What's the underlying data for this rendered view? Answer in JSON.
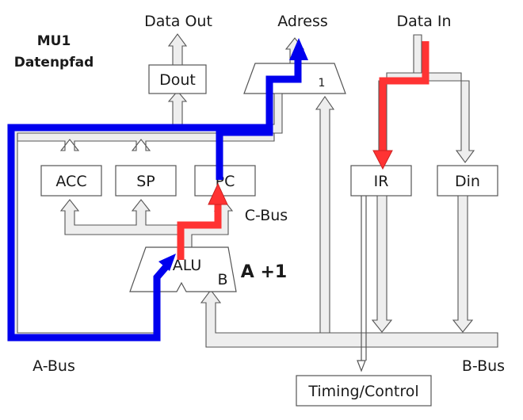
{
  "title": {
    "line1": "MU1",
    "line2": "Datenpfad"
  },
  "signals": {
    "data_out": "Data Out",
    "adress": "Adress",
    "data_in": "Data In"
  },
  "registers": {
    "dout": "Dout",
    "acc": "ACC",
    "sp": "SP",
    "pc": "PC",
    "ir": "IR",
    "din": "Din",
    "timing": "Timing/Control"
  },
  "alu": {
    "label": "ALU",
    "b_input": "B",
    "operation": "A +1"
  },
  "mux": {
    "select": "1"
  },
  "buses": {
    "a_bus": "A-Bus",
    "b_bus": "B-Bus",
    "c_bus": "C-Bus"
  },
  "colors": {
    "blue_path": "#0000ee",
    "red_path": "#ff3333",
    "bus_fill": "#eeeeee",
    "outline": "#555555"
  }
}
